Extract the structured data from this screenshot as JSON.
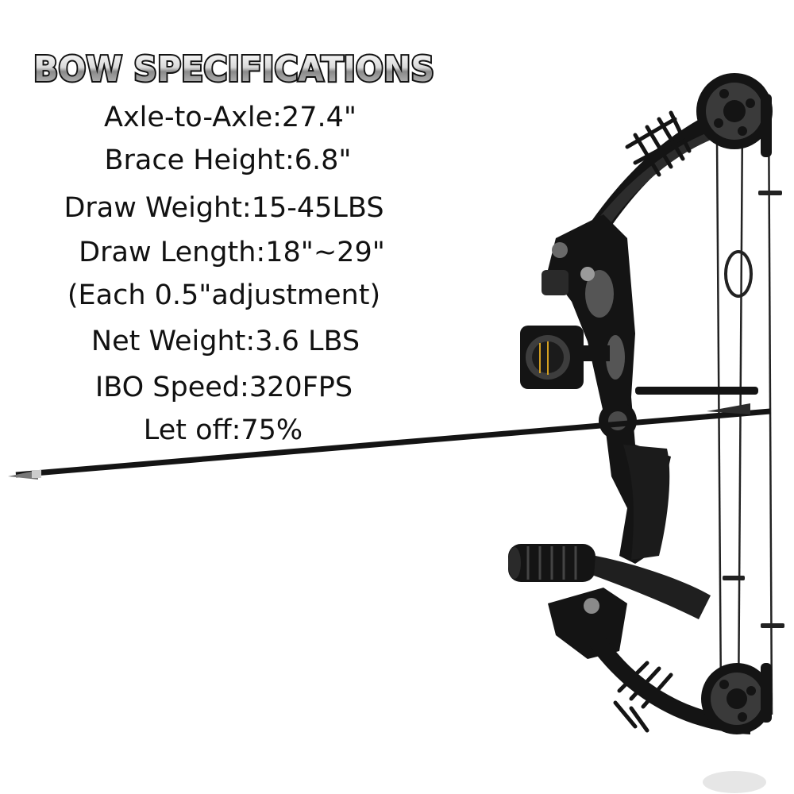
{
  "heading": "BOW SPECIFICATIONS",
  "specs": [
    "Axle-to-Axle:27.4\"",
    "Brace Height:6.8\"",
    "Draw Weight:15-45LBS",
    "Draw Length:18\"~29\"",
    "(Each 0.5\"adjustment)",
    "Net Weight:3.6 LBS",
    "IBO Speed:320FPS",
    "Let off:75%"
  ],
  "colors": {
    "heading_fill": "#e8e8e8",
    "heading_outline": "#111111",
    "text": "#111111",
    "bow": "#141414",
    "accent": "#3a3a3a"
  }
}
